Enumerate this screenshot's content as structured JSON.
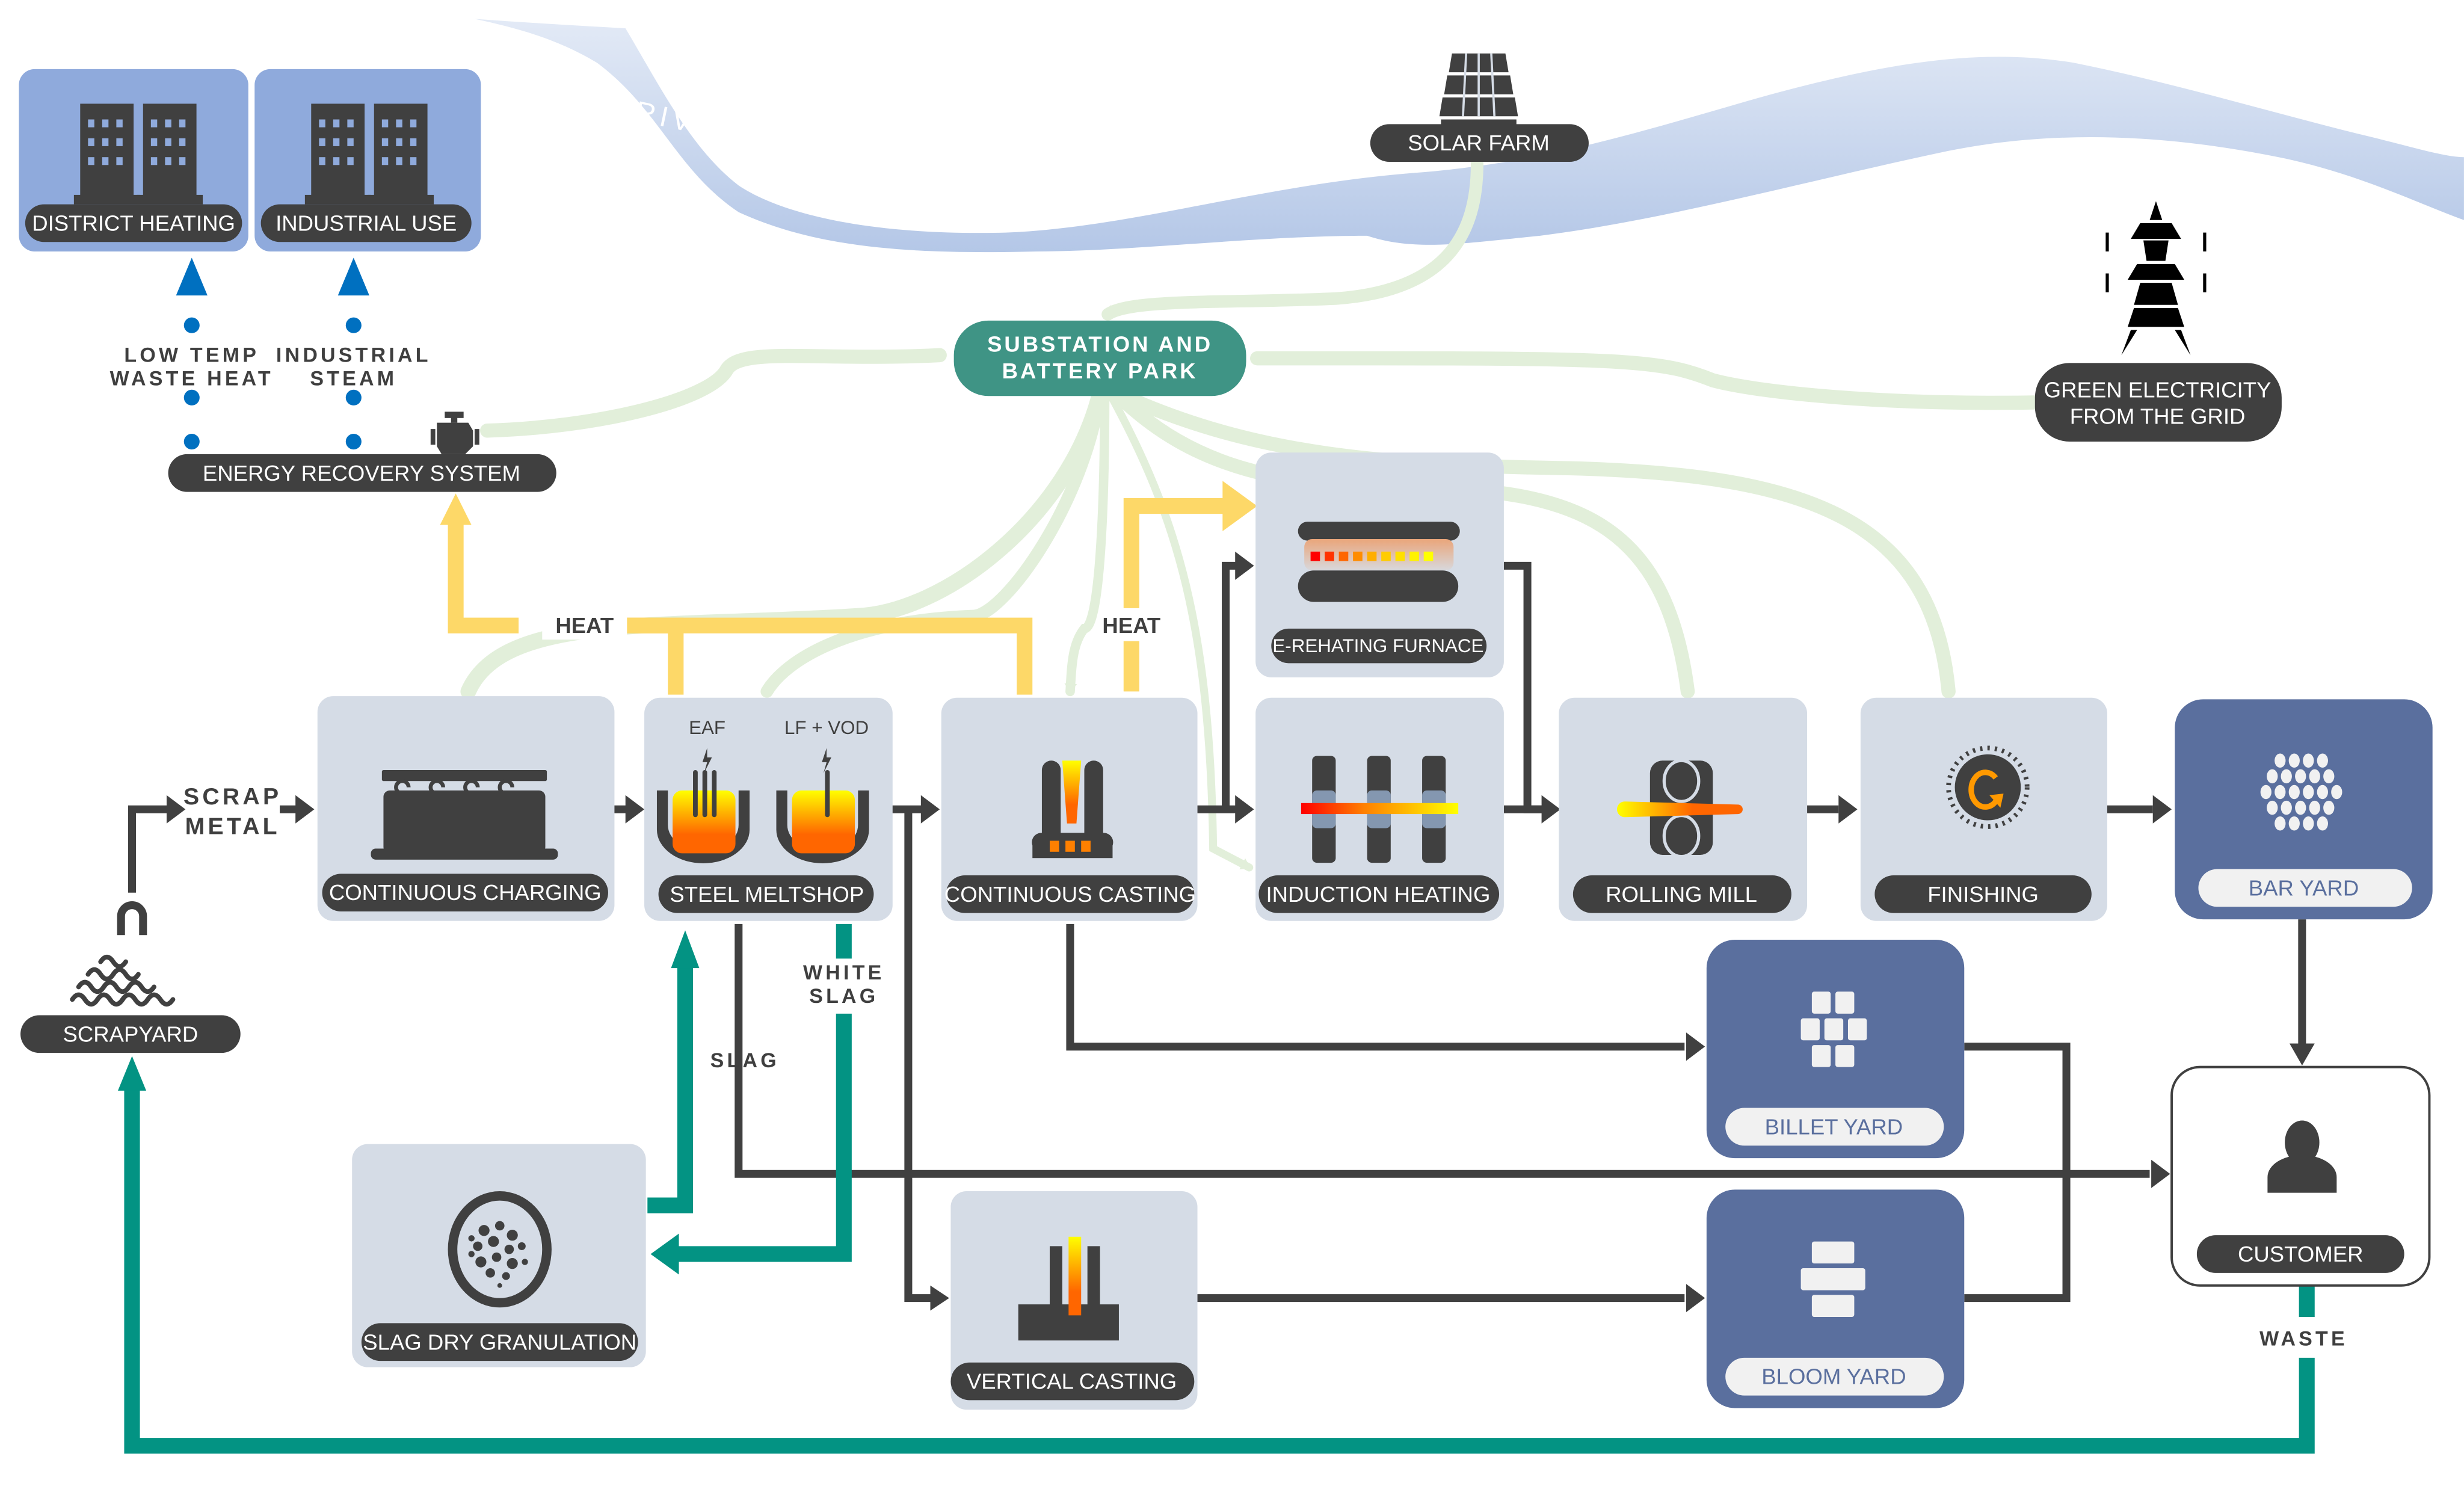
{
  "title": "Green steel production process flow",
  "colors": {
    "dark": "#404040",
    "process_box": "#d5dce6",
    "yard_box": "#5a6f9e",
    "consumer_box": "#8faadc",
    "teal_flow": "#039383",
    "heat_flow": "#fdd868",
    "power_flow": "#e2efda",
    "substation": "#3f9485",
    "river": "#b4c7e7",
    "water_flow": "#0070c0"
  },
  "river": {
    "label": "RIVER"
  },
  "energy_sources": {
    "solar_farm": "SOLAR FARM",
    "grid": "GREEN ELECTRICITY FROM  THE GRID",
    "grid_lines": [
      "GREEN ELECTRICITY",
      "FROM  THE GRID"
    ],
    "substation_lines": [
      "SUBSTATION AND",
      "BATTERY PARK"
    ]
  },
  "heat_recovery": {
    "consumers": [
      {
        "label": "DISTRICT HEATING",
        "icon": "buildings-icon"
      },
      {
        "label": "INDUSTRIAL USE",
        "icon": "buildings-icon"
      }
    ],
    "flows": [
      {
        "lines": [
          "LOW TEMP",
          "WASTE HEAT"
        ]
      },
      {
        "lines": [
          "INDUSTRIAL",
          "STEAM"
        ]
      }
    ],
    "system_label": "ENERGY RECOVERY SYSTEM",
    "heat_labels": [
      "HEAT",
      "HEAT"
    ]
  },
  "process": {
    "scrapyard": "SCRAPYARD",
    "scrap_metal": [
      "SCRAP",
      "METAL"
    ],
    "continuous_charging": "CONTINUOUS CHARGING",
    "steel_meltshop": "STEEL MELTSHOP",
    "meltshop_units": [
      "EAF",
      "LF + VOD"
    ],
    "continuous_casting": "CONTINUOUS CASTING",
    "reheating_furnace": "E-REHATING FURNACE",
    "induction_heating": "INDUCTION HEATING",
    "rolling_mill": "ROLLING MILL",
    "finishing": "FINISHING",
    "vertical_casting": "VERTICAL CASTING",
    "slag_granulation": "SLAG DRY GRANULATION"
  },
  "yards": {
    "bar_yard": "BAR YARD",
    "billet_yard": "BILLET YARD",
    "bloom_yard": "BLOOM YARD"
  },
  "customer": "CUSTOMER",
  "flow_labels": {
    "slag": "SLAG",
    "white_slag": [
      "WHITE",
      "SLAG"
    ],
    "waste": "WASTE"
  }
}
